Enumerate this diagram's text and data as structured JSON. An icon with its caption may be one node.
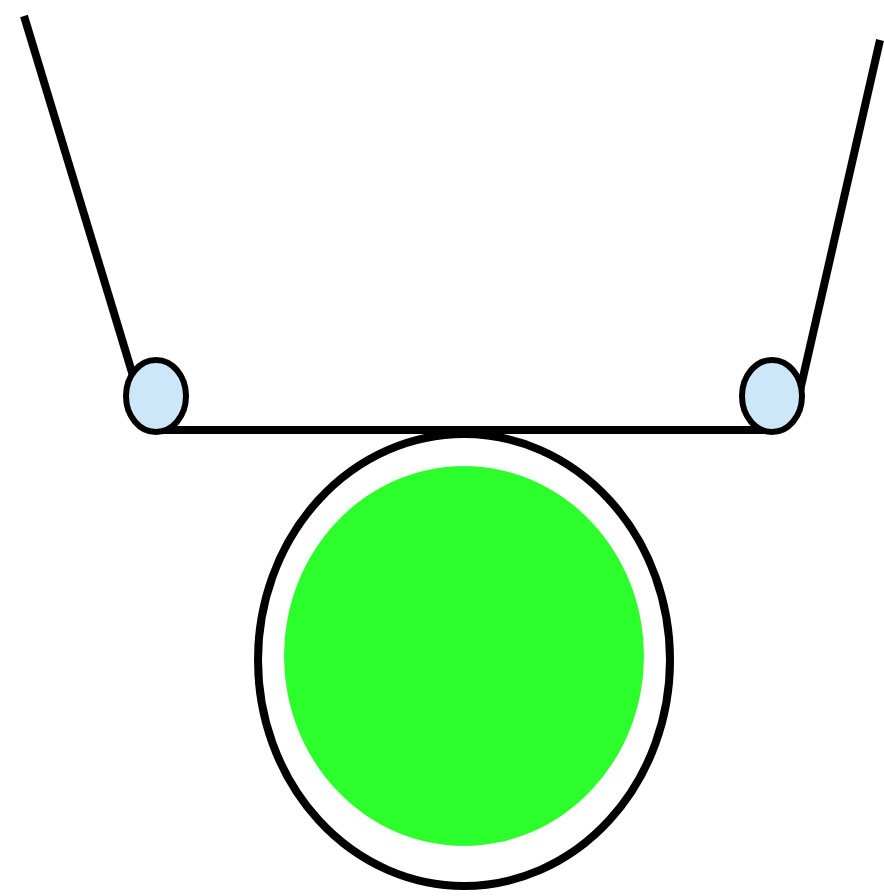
{
  "diagram": {
    "nodes": [
      {
        "text": [],
        "shape": "circle"
      },
      {
        "text": [],
        "shape": "circle"
      },
      {
        "text": [],
        "shape": "circle"
      }
    ],
    "edges": [
      {
        "from": 0,
        "to": 1,
        "arrow": "none"
      }
    ]
  }
}
